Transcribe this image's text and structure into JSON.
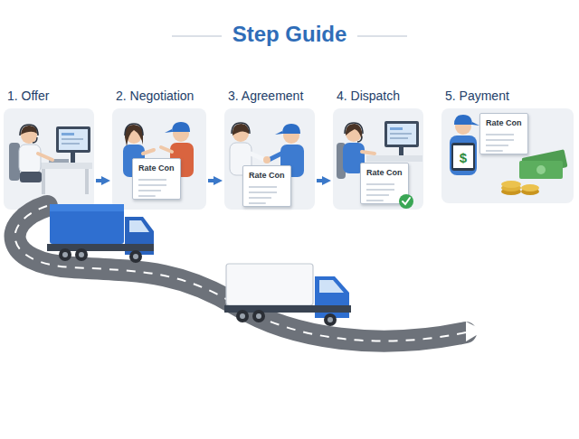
{
  "diagram": {
    "title": "Step Guide",
    "nodes": [
      {
        "text": [
          "1. Offer"
        ]
      },
      {
        "text": [
          "2. Negotiation"
        ]
      },
      {
        "text": [
          "Rate Con"
        ],
        "in": 1
      },
      {
        "text": [
          "3. Agreement"
        ]
      },
      {
        "text": [
          "Rate Con"
        ],
        "in": 3
      },
      {
        "text": [
          "4. Dispatch"
        ]
      },
      {
        "text": [
          "Rate Con"
        ],
        "in": 5
      },
      {
        "text": [
          "5. Payment"
        ]
      },
      {
        "text": [
          "Rate Con"
        ],
        "in": 7
      }
    ],
    "edges": [
      {
        "from": 0,
        "to": 1,
        "arrow": "to"
      },
      {
        "from": 1,
        "to": 3,
        "arrow": "to"
      },
      {
        "from": 3,
        "to": 5,
        "arrow": "to"
      }
    ],
    "labels": [
      "$"
    ]
  }
}
